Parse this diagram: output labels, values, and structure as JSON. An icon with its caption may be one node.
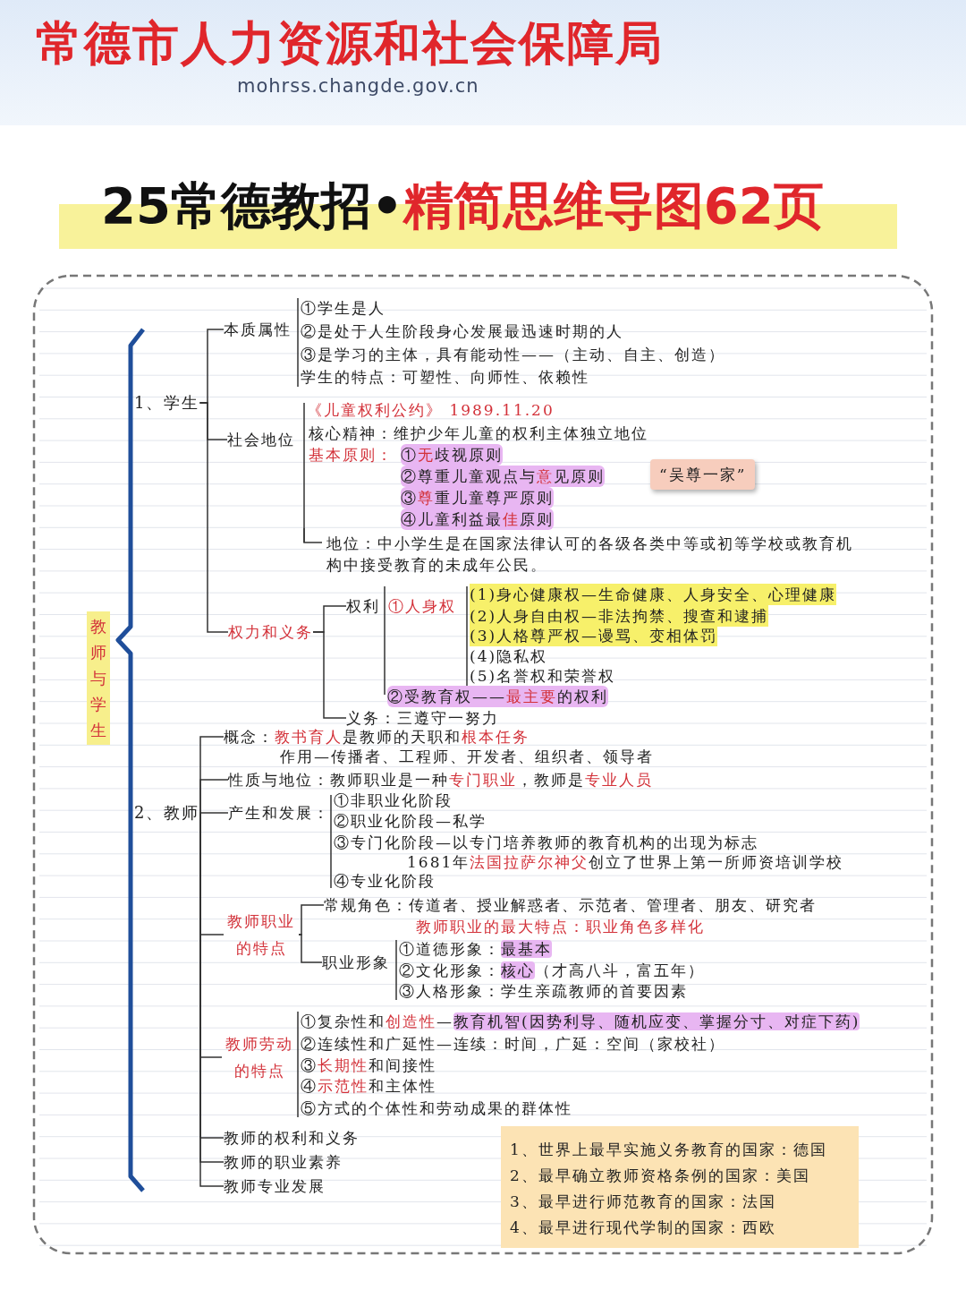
{
  "diagram": {
    "title": "25常德教招•**精简思维导图62页**",
    "nodes": [
      {
        "text": [
          "教师与学生"
        ]
      },
      {
        "text": [
          "1、学生"
        ]
      },
      {
        "text": [
          "本质属性"
        ]
      },
      {
        "text": [
          "社会地位"
        ]
      },
      {
        "text": [
          "权力和义务"
        ]
      },
      {
        "text": [
          "权利"
        ]
      },
      {
        "text": [
          "义务：三遵守一努力"
        ]
      },
      {
        "text": [
          "2、教师"
        ]
      },
      {
        "text": [
          "概念：**教书育人**是教师的天职和**根本任务**"
        ]
      },
      {
        "text": [
          "性质与地位：教师职业是一种**专门职业**，教师是**专业人员**"
        ]
      },
      {
        "text": [
          "产生和发展："
        ]
      },
      {
        "text": [
          "教师职业的特点"
        ]
      },
      {
        "text": [
          "常规角色：传道者、授业解惑者、示范者、管理者、朋友、研究者"
        ]
      },
      {
        "text": [
          "职业形象"
        ]
      },
      {
        "text": [
          "教师劳动的特点"
        ]
      },
      {
        "text": [
          "教师的权利和义务"
        ]
      },
      {
        "text": [
          "教师的职业素养"
        ]
      },
      {
        "text": [
          "教师专业发展"
        ]
      },
      {
        "text": [
          "“吴尊一家”"
        ]
      },
      {
        "text": [
          "1、世界上最早实施义务教育的国家：德国",
          "2、最早确立教师资格条例的国家：美国",
          "3、最早进行师范教育的国家：法国",
          "4、最早进行现代学制的国家：西欧"
        ]
      }
    ],
    "edges": [
      {
        "from": 1,
        "to": 2,
        "arrow": "none"
      },
      {
        "from": 1,
        "to": 3,
        "arrow": "none"
      },
      {
        "from": 1,
        "to": 4,
        "arrow": "none"
      },
      {
        "from": 4,
        "to": 5,
        "arrow": "none"
      },
      {
        "from": 4,
        "to": 6,
        "arrow": "none"
      },
      {
        "from": 7,
        "to": 8,
        "arrow": "none"
      },
      {
        "from": 7,
        "to": 9,
        "arrow": "none"
      },
      {
        "from": 7,
        "to": 10,
        "arrow": "none"
      },
      {
        "from": 7,
        "to": 11,
        "arrow": "none"
      },
      {
        "from": 7,
        "to": 14,
        "arrow": "none"
      },
      {
        "from": 7,
        "to": 15,
        "arrow": "none"
      },
      {
        "from": 7,
        "to": 16,
        "arrow": "none"
      },
      {
        "from": 7,
        "to": 17,
        "arrow": "none"
      },
      {
        "from": 11,
        "to": 12,
        "arrow": "none"
      },
      {
        "from": 11,
        "to": 13,
        "arrow": "none"
      }
    ],
    "labels": [
      "常德市人力资源和社会保障局",
      "mohrss.changde.gov.cn",
      "①学生是人",
      "②是处于人生阶段身心发展最迅速时期的人",
      "③是学习的主体，具有能动性——（主动、自主、创造）",
      "学生的特点：可塑性、向师性、依赖性",
      "《儿童权利公约》 1989.11.20",
      "核心精神：维护少年儿童的权利主体独立地位",
      "基本原则：",
      "①**无**歧视原则",
      "②尊重儿童观点与**意**见原则",
      "③**尊**重儿童尊严原则",
      "④儿童利益最**佳**原则",
      "地位：中小学生是在国家法律认可的各级各类中等或初等学校或教育机构中接受教育的未成年公民。",
      "①人身权",
      "(1)身心健康权—生命健康、人身安全、心理健康",
      "(2)人身自由权—非法拘禁、搜查和逮捕",
      "(3)人格尊严权—谩骂、变相体罚",
      "(4)隐私权",
      "(5)名誉权和荣誉权",
      "②受教育权——**最主要**的权利",
      "作用—传播者、工程师、开发者、组织者、领导者",
      "①非职业化阶段",
      "②职业化阶段—私学",
      "③专门化阶段—以专门培养教师的教育机构的出现为标志",
      "1681年**法国拉萨尔神父**创立了世界上第一所师资培训学校",
      "④专业化阶段",
      "教师职业的最大特点：职业角色多样化",
      "①道德形象：*最基本*",
      "②文化形象：*核心*（才高八斗，富五年）",
      "③人格形象：学生亲疏教师的首要因素",
      "①复杂性和**创造性**—*教育机智(因势利导、随机应变、掌握分寸、对症下药)*",
      "②连续性和广延性—连续：时间，广延：空间（家校社）",
      "③**长期性**和间接性",
      "④**示范性**和主体性",
      "⑤方式的个体性和劳动成果的群体性"
    ]
  }
}
